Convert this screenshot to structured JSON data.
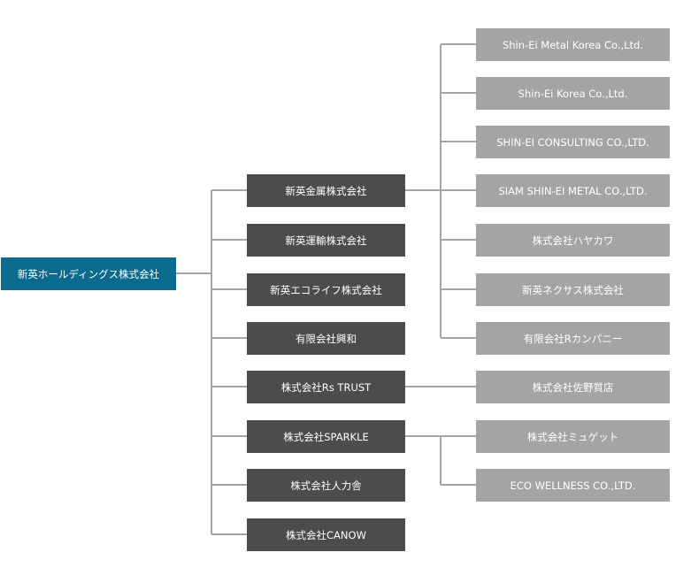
{
  "colors": {
    "root": "#0b6b8f",
    "mid": "#4c4c4c",
    "sub": "#a4a4a4",
    "line": "#a4a4a4"
  },
  "root": {
    "label": "新英ホールディングス株式会社"
  },
  "subsidiaries": [
    {
      "label": "新英金属株式会社",
      "children": [
        "Shin-Ei Metal Korea Co.,Ltd.",
        "Shin-Ei Korea Co.,Ltd.",
        "SHIN-EI CONSULTING CO.,LTD.",
        "SIAM SHIN-EI METAL CO.,LTD.",
        "株式会社ハヤカワ",
        "新英ネクサス株式会社",
        "有限会社Rカンパニー"
      ]
    },
    {
      "label": "新英運輸株式会社",
      "children": []
    },
    {
      "label": "新英エコライフ株式会社",
      "children": []
    },
    {
      "label": "有限会社興和",
      "children": []
    },
    {
      "label": "株式会社Rs TRUST",
      "children": [
        "株式会社佐野質店"
      ]
    },
    {
      "label": "株式会社SPARKLE",
      "children": [
        "株式会社ミュゲット",
        "ECO WELLNESS CO.,LTD."
      ]
    },
    {
      "label": "株式会社人力舎",
      "children": []
    },
    {
      "label": "株式会社CANOW",
      "children": []
    }
  ]
}
